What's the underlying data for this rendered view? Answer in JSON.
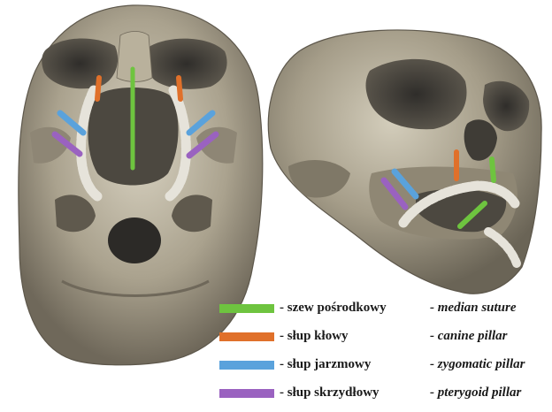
{
  "colors": {
    "median": "#6ec43f",
    "canine": "#e0702a",
    "zygomatic": "#5aa2dc",
    "pterygoid": "#9a62c0",
    "bone_light": "#c9c1ad",
    "bone_mid": "#a39b87",
    "bone_dark": "#6f685a",
    "cavity": "#3c3a36"
  },
  "legend": {
    "items": [
      {
        "id": "median",
        "label_pl": "- szew pośrodkowy",
        "label_en": "- median suture",
        "color": "#6ec43f"
      },
      {
        "id": "canine",
        "label_pl": "- słup kłowy",
        "label_en": "- canine pillar",
        "color": "#e0702a"
      },
      {
        "id": "zygomatic",
        "label_pl": "- słup jarzmowy",
        "label_en": "- zygomatic pillar",
        "color": "#5aa2dc"
      },
      {
        "id": "pterygoid",
        "label_pl": "- słup skrzydłowy",
        "label_en": "- pterygoid pillar",
        "color": "#9a62c0"
      }
    ]
  }
}
